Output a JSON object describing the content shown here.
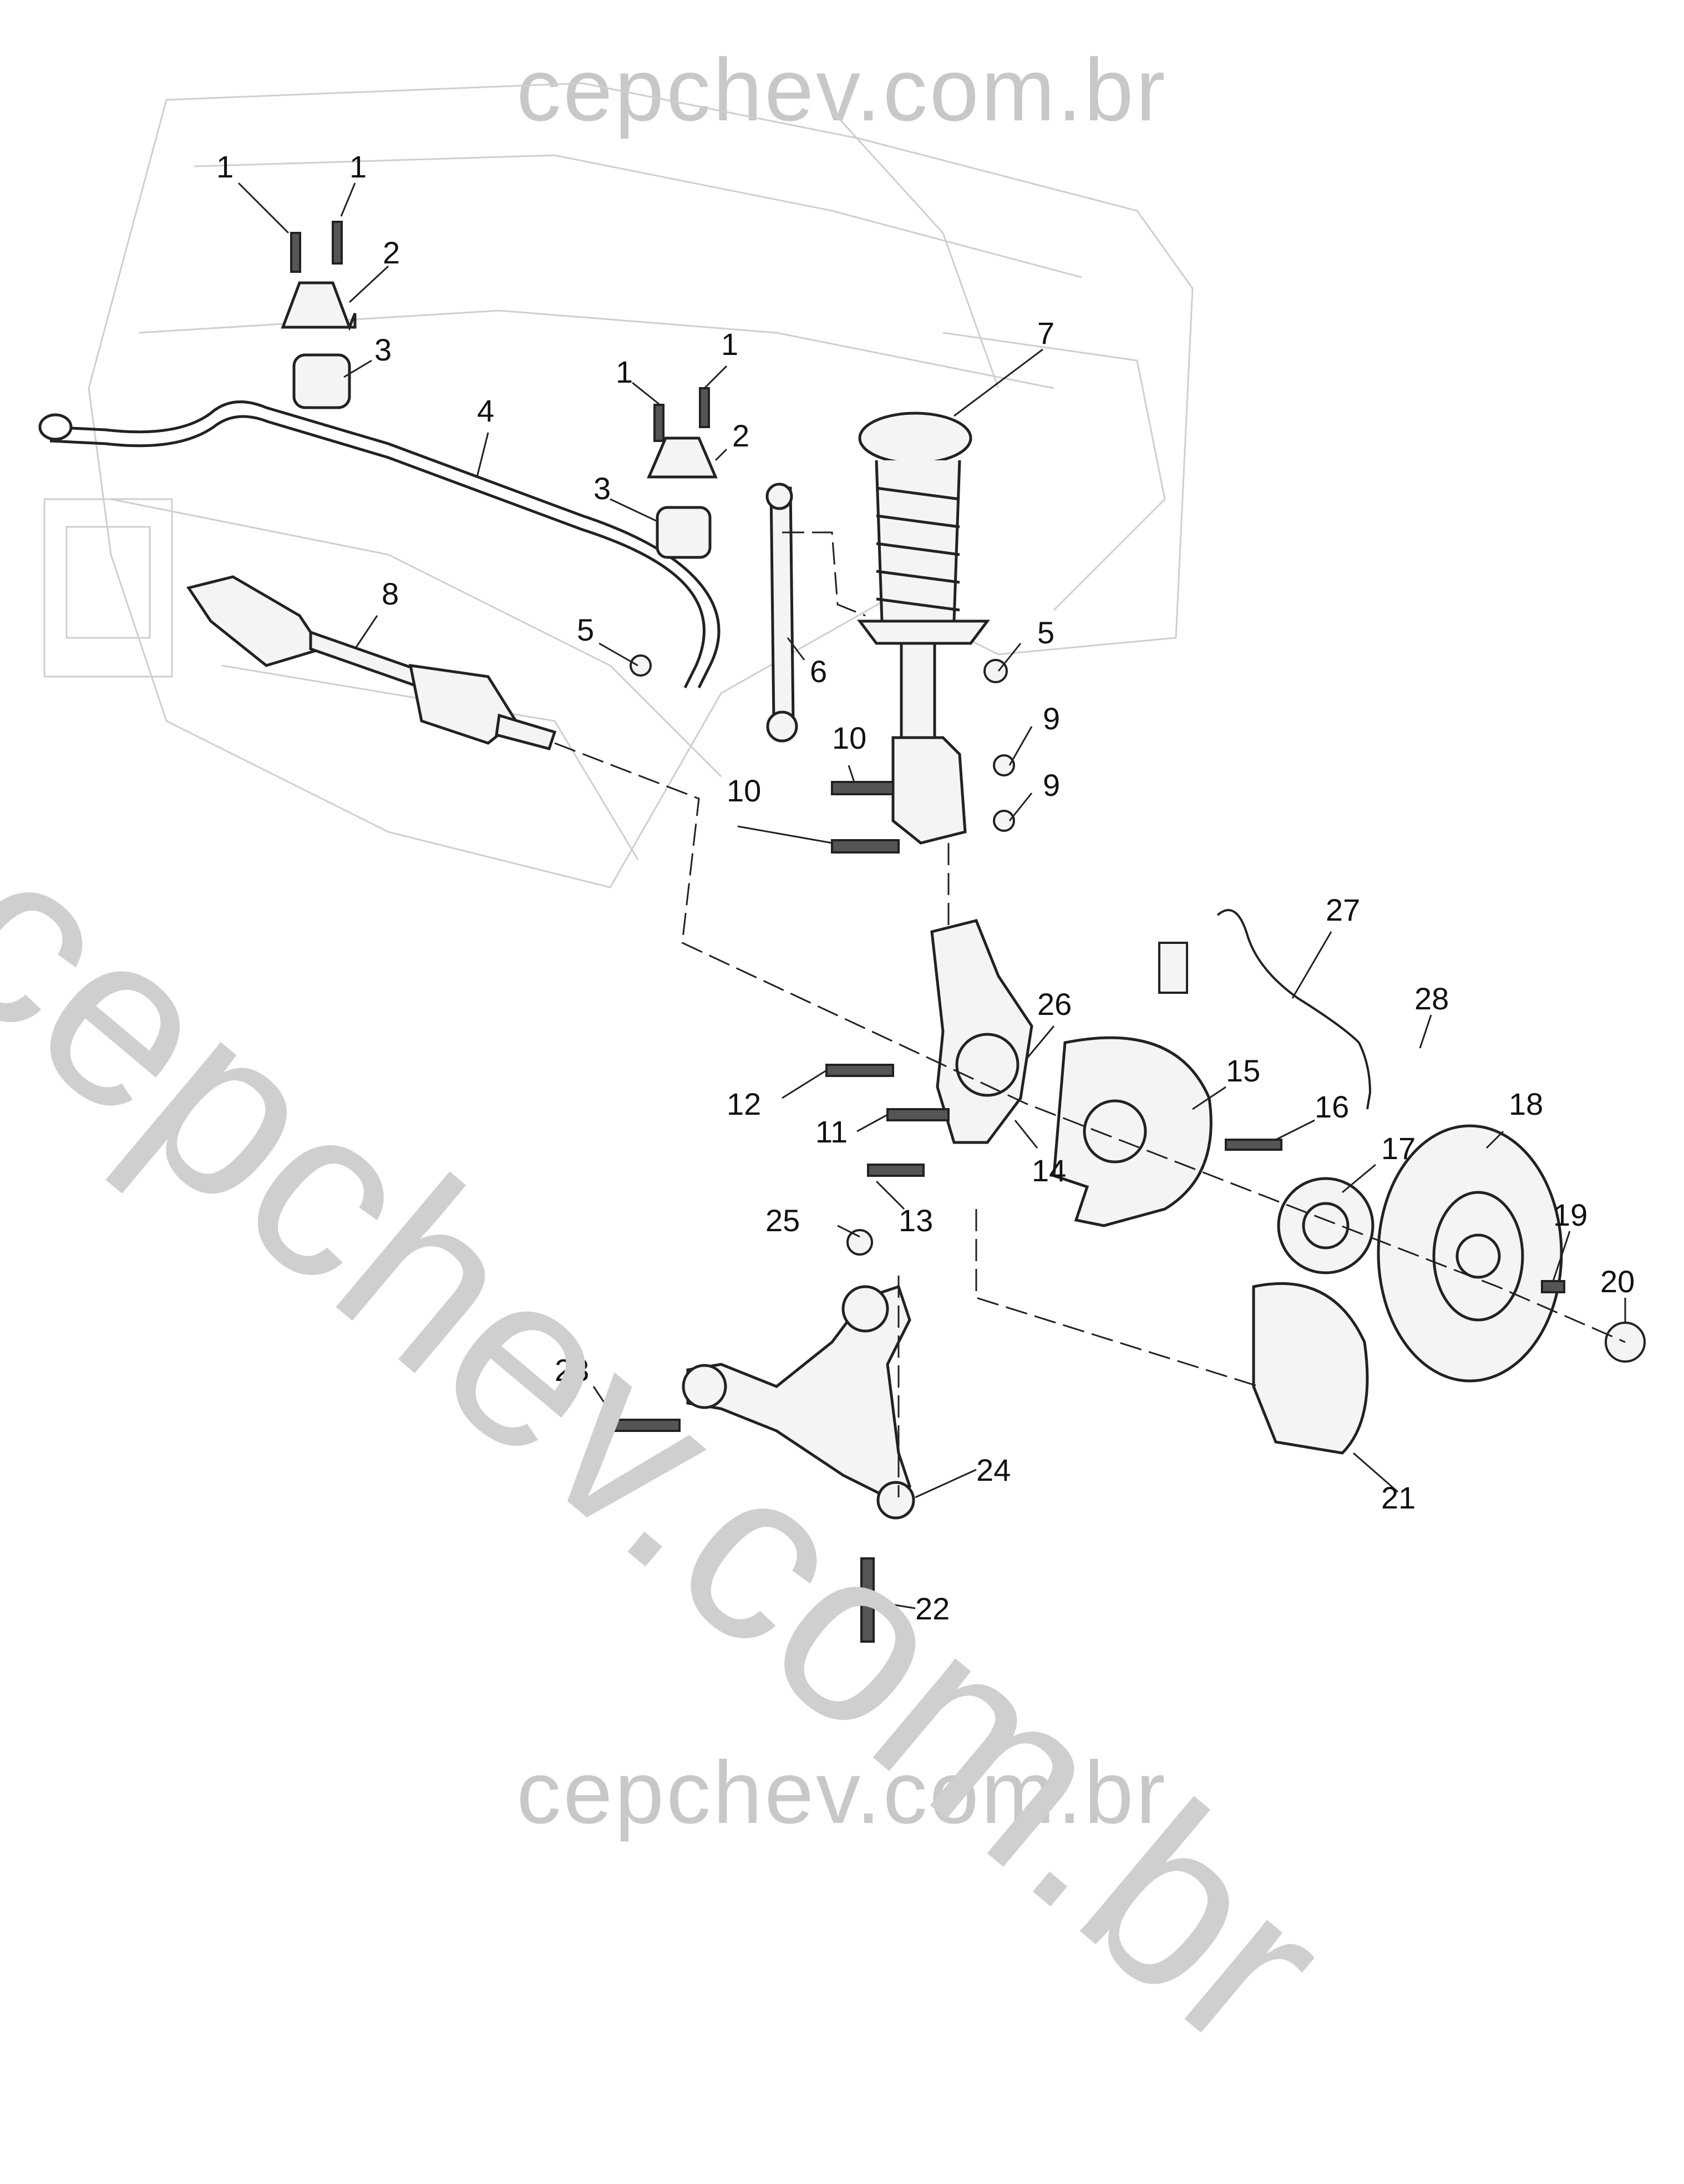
{
  "watermark": {
    "top": "cepchev.com.br",
    "bottom": "cepchev.com.br",
    "diagonal": "cepchev.com.br"
  },
  "callouts": [
    {
      "id": "c1a",
      "text": "1"
    },
    {
      "id": "c1b",
      "text": "1"
    },
    {
      "id": "c2a",
      "text": "2"
    },
    {
      "id": "c3a",
      "text": "3"
    },
    {
      "id": "c4",
      "text": "4"
    },
    {
      "id": "c1c",
      "text": "1"
    },
    {
      "id": "c1d",
      "text": "1"
    },
    {
      "id": "c2b",
      "text": "2"
    },
    {
      "id": "c3b",
      "text": "3"
    },
    {
      "id": "c7",
      "text": "7"
    },
    {
      "id": "c8",
      "text": "8"
    },
    {
      "id": "c5a",
      "text": "5"
    },
    {
      "id": "c5b",
      "text": "5"
    },
    {
      "id": "c6",
      "text": "6"
    },
    {
      "id": "c9a",
      "text": "9"
    },
    {
      "id": "c9b",
      "text": "9"
    },
    {
      "id": "c10a",
      "text": "10"
    },
    {
      "id": "c10b",
      "text": "10"
    },
    {
      "id": "c27",
      "text": "27"
    },
    {
      "id": "c28",
      "text": "28"
    },
    {
      "id": "c26",
      "text": "26"
    },
    {
      "id": "c15",
      "text": "15"
    },
    {
      "id": "c12",
      "text": "12"
    },
    {
      "id": "c16",
      "text": "16"
    },
    {
      "id": "c18",
      "text": "18"
    },
    {
      "id": "c11",
      "text": "11"
    },
    {
      "id": "c17",
      "text": "17"
    },
    {
      "id": "c14",
      "text": "14"
    },
    {
      "id": "c13",
      "text": "13"
    },
    {
      "id": "c25",
      "text": "25"
    },
    {
      "id": "c19",
      "text": "19"
    },
    {
      "id": "c20",
      "text": "20"
    },
    {
      "id": "c23",
      "text": "23"
    },
    {
      "id": "c24",
      "text": "24"
    },
    {
      "id": "c21",
      "text": "21"
    },
    {
      "id": "c22",
      "text": "22"
    }
  ]
}
